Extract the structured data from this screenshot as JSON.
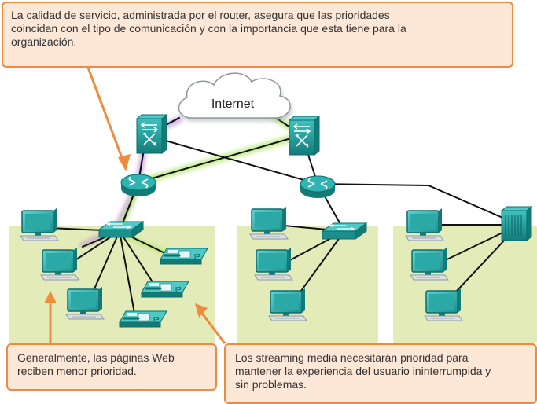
{
  "cloud": {
    "label": "Internet"
  },
  "callouts": {
    "top": {
      "lines": [
        "La calidad de servicio, administrada por el router, asegura que las prioridades",
        "coincidan con el tipo de comunicación y con la importancia que esta tiene para la",
        "organización."
      ]
    },
    "left": {
      "lines": [
        "Generalmente, las páginas Web",
        "reciben menor prioridad."
      ]
    },
    "right": {
      "lines": [
        "Los streaming media necesitarán prioridad para",
        "mantener la experiencia del usuario ininterrumpida y",
        "sin problemas."
      ]
    }
  },
  "phones": {
    "badge": "IP"
  },
  "colors": {
    "lan_background": "#e3ecb8",
    "callout_fill": "#fde7d7",
    "callout_border": "#f08a3c",
    "device_teal": "#1e9c9a",
    "qos_green": "#9ee05a",
    "qos_purple": "#9a4ec0"
  }
}
